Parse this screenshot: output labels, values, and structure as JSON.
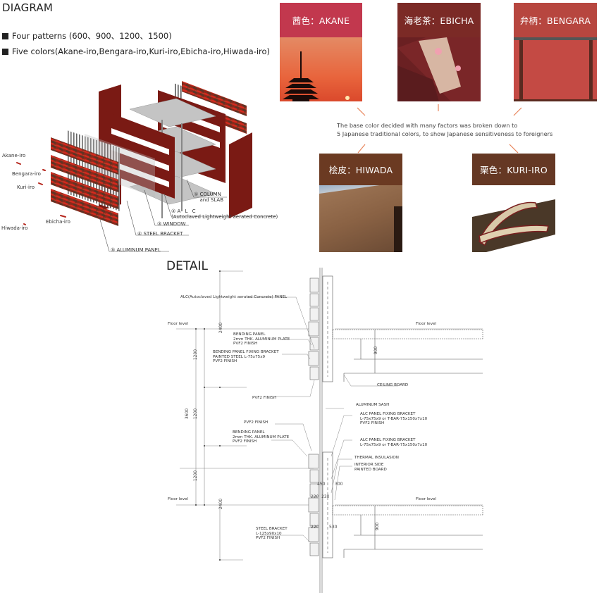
{
  "diagram": {
    "title": "DIAGRAM",
    "bullets": [
      "Four patterns (600、900、1200、1500)",
      "Five colors(Akane-iro,Bengara-iro,Kuri-iro,Ebicha-iro,Hiwada-iro)"
    ],
    "color_labels": [
      "Akane-iro",
      "Bengara-iro",
      "Kuri-iro",
      "Ebicha-iro",
      "Hiwada-iro"
    ],
    "components": [
      {
        "num": "①",
        "label": "COLUMN\nand SLAB"
      },
      {
        "num": "②",
        "label": "A L C",
        "sub": "(Autoclaved Lightweight aerated Concrete)"
      },
      {
        "num": "③",
        "label": "WINDOW"
      },
      {
        "num": "④",
        "label": "STEEL BRACKET"
      },
      {
        "num": "⑤",
        "label": "ALUMINUM PANEL"
      }
    ]
  },
  "colors": {
    "cards": [
      {
        "label": "茜色：AKANE",
        "color": "#c2384e",
        "image": "pagoda-sunset"
      },
      {
        "label": "海老茶：EBICHA",
        "color": "#7b2a26",
        "image": "kimono-fabric"
      },
      {
        "label": "弁柄：BENGARA",
        "color": "#b7463f",
        "image": "red-wall"
      },
      {
        "label": "桧皮：HIWADA",
        "color": "#6b3a22",
        "image": "bark-roof"
      },
      {
        "label": "栗色：KURI-IRO",
        "color": "#653824",
        "image": "geta-sandal"
      }
    ],
    "caption": [
      "The base color decided with many factors was broken down to",
      "5 Japanese traditional colors, to show Japanese sensitiveness to foreigners"
    ],
    "arrow_color": "#e8845a"
  },
  "detail": {
    "title": "DETAIL",
    "labels": {
      "alc_panel": "ALC(Autoclaved Lightweight aerated Concrete) PANEL",
      "floor_level": "Floor level",
      "bending_panel_1": [
        "BENDING PANEL",
        "2mm THK. ALUMINUM PLATE",
        "PVF2 FINISH"
      ],
      "bending_bracket": [
        "BENDING PANEL FIXING BRACKET",
        "PAINTED STEEL L-75x75x9",
        "PVF2 FINISH"
      ],
      "ceiling_board": "CEILING BOARD",
      "pvf2_finish_1": "PVF2 FINISH",
      "aluminum_sash": "ALUMINUM SASH",
      "alc_bracket_1": [
        "ALC PANEL FIXING BRACKET",
        "L-75x75x9 or T-BAR-75x150x7x10",
        "PVF2 FINISH"
      ],
      "pvf2_finish_2": "PVF2 FINISH",
      "bending_panel_2": [
        "BENDING PANEL",
        "2mm THK. ALUMINUM PLATE",
        "PVF2 FINISH"
      ],
      "alc_bracket_2": [
        "ALC PANEL FIXING BRACKET",
        "L-75x75x9 or T-BAR-75x150x7x10"
      ],
      "thermal_insulation": "THERMAL INSULASION",
      "interior_board": [
        "INTERIOR SIDE",
        "PAINTED BOARD"
      ],
      "steel_bracket": [
        "STEEL BRACKET",
        "L-125x90x10",
        "PVF2 FINISH"
      ]
    },
    "dimensions": {
      "d2400_top": "2400",
      "d1200_a": "1200",
      "d3600": "3600",
      "d1200_b": "1200",
      "d1200_c": "1200",
      "d2400_bottom": "2400",
      "d900_top": "900",
      "d900_bottom": "900",
      "d450": "450",
      "d300": "300",
      "d220_a": "220",
      "d230": "230",
      "d220_b": "220",
      "d530": "530"
    }
  }
}
